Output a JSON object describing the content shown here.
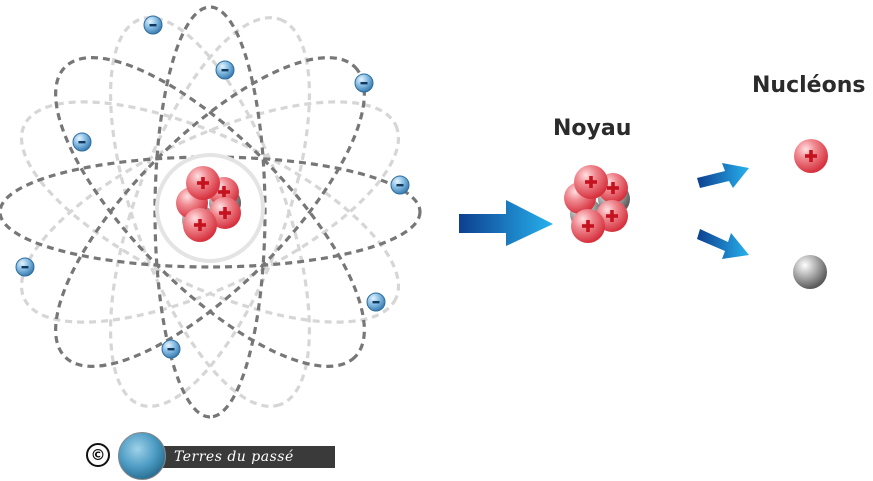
{
  "labels": {
    "nucleus": "Noyau",
    "nucleons": "Nucléons"
  },
  "signs": {
    "electron": "-",
    "proton": "+"
  },
  "credit": {
    "copyright": "©",
    "text": "Terres du passé"
  },
  "colors": {
    "orbit_dark": "#777777",
    "orbit_light": "#d6d6d6",
    "electron": "#5fa4d6",
    "proton": "#e3434e",
    "neutron": "#8a8a8a",
    "arrow": "#1a86d0"
  },
  "icons": [
    "electron-icon",
    "proton-icon",
    "neutron-icon",
    "arrow-icon",
    "copyright-icon",
    "logo-icon"
  ]
}
